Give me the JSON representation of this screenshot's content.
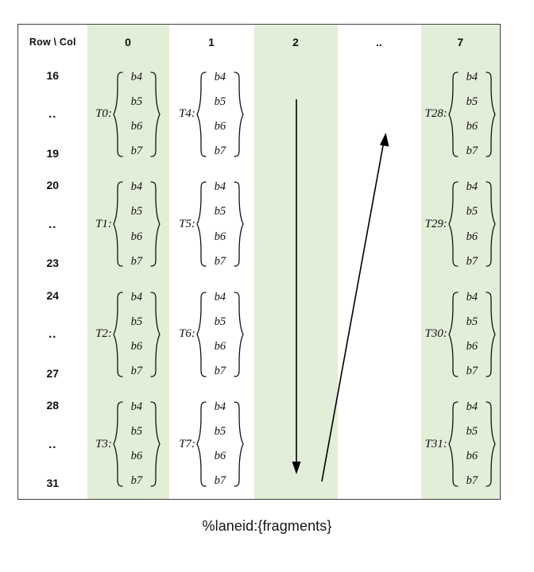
{
  "table": {
    "header": {
      "corner_label": "Row \\ Col",
      "columns": [
        "0",
        "1",
        "2",
        "..",
        "7"
      ]
    },
    "rows": [
      {
        "label_start": "16",
        "label_dots": "..",
        "label_end": "19",
        "cells": [
          {
            "thread": "T0:",
            "fragments": [
              "b4",
              "b5",
              "b6",
              "b7"
            ]
          },
          {
            "thread": "T4:",
            "fragments": [
              "b4",
              "b5",
              "b6",
              "b7"
            ]
          },
          {
            "thread": "",
            "fragments": []
          },
          {
            "thread": "",
            "fragments": []
          },
          {
            "thread": "T28:",
            "fragments": [
              "b4",
              "b5",
              "b6",
              "b7"
            ]
          }
        ]
      },
      {
        "label_start": "20",
        "label_dots": "..",
        "label_end": "23",
        "cells": [
          {
            "thread": "T1:",
            "fragments": [
              "b4",
              "b5",
              "b6",
              "b7"
            ]
          },
          {
            "thread": "T5:",
            "fragments": [
              "b4",
              "b5",
              "b6",
              "b7"
            ]
          },
          {
            "thread": "",
            "fragments": []
          },
          {
            "thread": "",
            "fragments": []
          },
          {
            "thread": "T29:",
            "fragments": [
              "b4",
              "b5",
              "b6",
              "b7"
            ]
          }
        ]
      },
      {
        "label_start": "24",
        "label_dots": "..",
        "label_end": "27",
        "cells": [
          {
            "thread": "T2:",
            "fragments": [
              "b4",
              "b5",
              "b6",
              "b7"
            ]
          },
          {
            "thread": "T6:",
            "fragments": [
              "b4",
              "b5",
              "b6",
              "b7"
            ]
          },
          {
            "thread": "",
            "fragments": []
          },
          {
            "thread": "",
            "fragments": []
          },
          {
            "thread": "T30:",
            "fragments": [
              "b4",
              "b5",
              "b6",
              "b7"
            ]
          }
        ]
      },
      {
        "label_start": "28",
        "label_dots": "..",
        "label_end": "31",
        "cells": [
          {
            "thread": "T3:",
            "fragments": [
              "b4",
              "b5",
              "b6",
              "b7"
            ]
          },
          {
            "thread": "T7:",
            "fragments": [
              "b4",
              "b5",
              "b6",
              "b7"
            ]
          },
          {
            "thread": "",
            "fragments": []
          },
          {
            "thread": "",
            "fragments": []
          },
          {
            "thread": "T31:",
            "fragments": [
              "b4",
              "b5",
              "b6",
              "b7"
            ]
          }
        ]
      }
    ]
  },
  "annotations": {
    "down_arrow": {
      "name": "vertical-down-arrow"
    },
    "diagonal_arrow": {
      "name": "diagonal-up-right-arrow"
    }
  },
  "caption": {
    "text": "%laneid:{fragments}"
  },
  "colors": {
    "column_highlight": "#e3eed8",
    "column_plain": "#ffffff",
    "border": "#3f3f3f",
    "text": "#111111",
    "arrow": "#000000"
  }
}
